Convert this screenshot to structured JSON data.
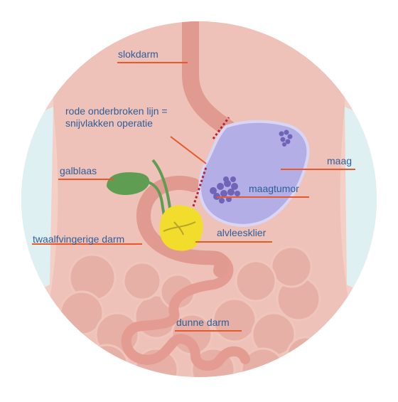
{
  "labels": {
    "slokdarm": "slokdarm",
    "snijvlak_line1": "rode onderbroken lijn =",
    "snijvlak_line2": "snijvlakken operatie",
    "galblaas": "galblaas",
    "maag": "maag",
    "maagtumor": "maagtumor",
    "alvleesklier": "alvleesklier",
    "twaalfvingerige_darm": "twaalfvingerige darm",
    "dunne_darm": "dunne darm"
  },
  "colors": {
    "body_skin": "#eec2b8",
    "circle_bg": "#f4cfc6",
    "organ_pink": "#e09a8f",
    "stomach": "#b3aee6",
    "stomach_outline": "#d9d6f5",
    "tumor": "#6f64b8",
    "gallbladder": "#5f9e52",
    "pancreas": "#f2dd2c",
    "leader_line": "#e8582a",
    "cut_line": "#b3223a",
    "label_text": "#2f5e9b",
    "side_panel": "#dff0f2"
  }
}
